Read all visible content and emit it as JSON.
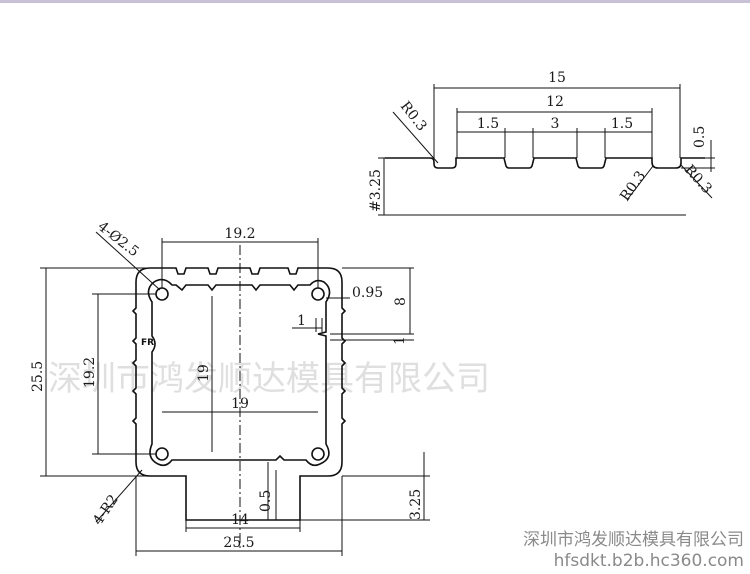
{
  "detail_view": {
    "width_outer": "15",
    "width_inner": "12",
    "pitch_left": "1.5",
    "pitch_mid": "3",
    "pitch_right": "1.5",
    "radius_left": "R0.3",
    "radius_right_a": "R0.3",
    "radius_right_b": "R0.3",
    "groove_depth": "0.5",
    "thickness": "#3.25"
  },
  "main_view": {
    "hole_callout": "4-Ø2.5",
    "top_width": "19.2",
    "wall": "0.95",
    "slot_height": "8",
    "tab_width": "1",
    "tab_depth": "1",
    "inner_height_left": "19.2",
    "inner_height_center": "19",
    "inner_width": "19",
    "overall_height": "25.5",
    "fr_mark": "FR",
    "corner_radius": "4-R2",
    "foot_height": "0.5",
    "foot_width": "14",
    "foot_offset": "3.25",
    "overall_width": "25.5"
  },
  "watermark": "深圳市鸿发顺达模具有限公司",
  "footer": {
    "company": "深圳市鸿发顺达模具有限公司",
    "url": "hfsdkt.b2b.hc360.com"
  }
}
